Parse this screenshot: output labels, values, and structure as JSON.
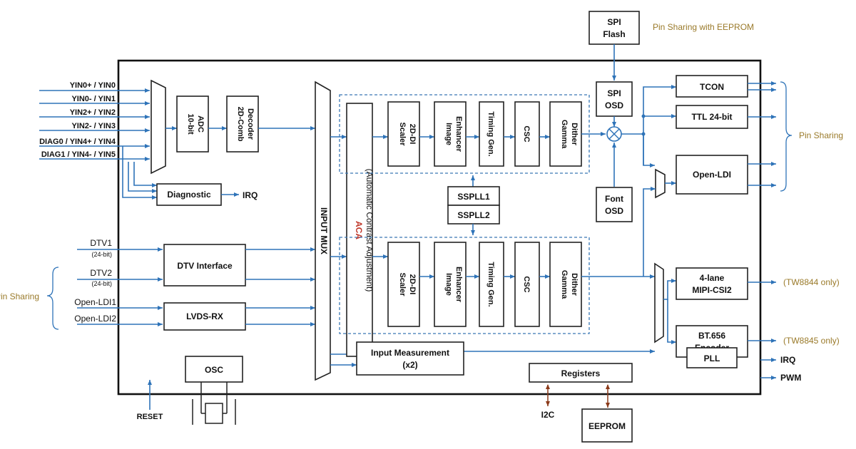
{
  "colors": {
    "wire": "#2e73b8",
    "chip_border": "#111111",
    "annotation": "#9a7a2a",
    "aca_label": "#c0392b",
    "bus_line": "#8b3a1a"
  },
  "inputs": {
    "yin": [
      "YIN0+ / YIN0",
      "YIN0- / YIN1",
      "YIN2+ / YIN2",
      "YIN2- / YIN3",
      "DIAG0 / YIN4+ / YIN4",
      "DIAG1 / YIN4- / YIN5"
    ],
    "dtv1": "DTV1",
    "dtv1_sub": "(24-bit)",
    "dtv2": "DTV2",
    "dtv2_sub": "(24-bit)",
    "oldi1": "Open-LDI1",
    "oldi2": "Open-LDI2",
    "reset": "RESET"
  },
  "blocks": {
    "adc": [
      "10-bit",
      "ADC"
    ],
    "decoder": [
      "2D-Comb",
      "Decoder"
    ],
    "diagnostic": "Diagnostic",
    "irq_diag": "IRQ",
    "dtv_interface": "DTV Interface",
    "lvds_rx": "LVDS-RX",
    "osc": "OSC",
    "input_mux": "INPUT MUX",
    "aca": "ACA",
    "aca_sub": [
      "(Automatic Contrast Adjustment)"
    ],
    "pipe_top": [
      [
        "Scaler",
        "2D-DI"
      ],
      [
        "Image",
        "Enhancer"
      ],
      [
        "Timing Gen."
      ],
      [
        "CSC"
      ],
      [
        "Gamma",
        "Dither"
      ]
    ],
    "pipe_bottom": [
      [
        "Scaler",
        "2D-DI"
      ],
      [
        "Image",
        "Enhancer"
      ],
      [
        "Timing Gen."
      ],
      [
        "CSC"
      ],
      [
        "Gamma",
        "Dither"
      ]
    ],
    "sspll1": "SSPLL1",
    "sspll2": "SSPLL2",
    "input_measurement": "Input Measurement",
    "input_measurement_sub": "(x2)",
    "registers": "Registers",
    "i2c": "I2C",
    "eeprom": "EEPROM",
    "spi_flash": [
      "SPI",
      "Flash"
    ],
    "spi_osd": [
      "SPI",
      "OSD"
    ],
    "font_osd": [
      "Font",
      "OSD"
    ],
    "tcon": "TCON",
    "ttl": "TTL 24-bit",
    "open_ldi": "Open-LDI",
    "mipi": [
      "4-lane",
      "MIPI-CSI2"
    ],
    "bt656": [
      "BT.656",
      "Encoder"
    ],
    "pll": "PLL"
  },
  "outputs": {
    "irq": "IRQ",
    "pwm": "PWM",
    "tw8844": "(TW8844 only)",
    "tw8845": "(TW8845 only)"
  },
  "annotations": {
    "pin_sharing_eeprom": "Pin Sharing with EEPROM",
    "pin_sharing_right": "Pin Sharing",
    "pin_sharing_left": "Pin Sharing"
  }
}
